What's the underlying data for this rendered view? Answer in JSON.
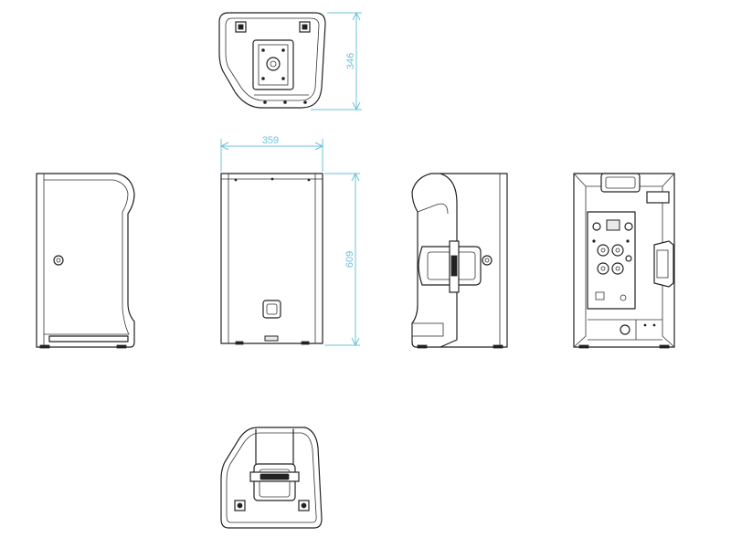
{
  "dimensions": {
    "depth": "346",
    "width": "359",
    "height": "609"
  },
  "colors": {
    "line": "#222222",
    "dimension": "#6cc3d8",
    "background": "#ffffff"
  }
}
